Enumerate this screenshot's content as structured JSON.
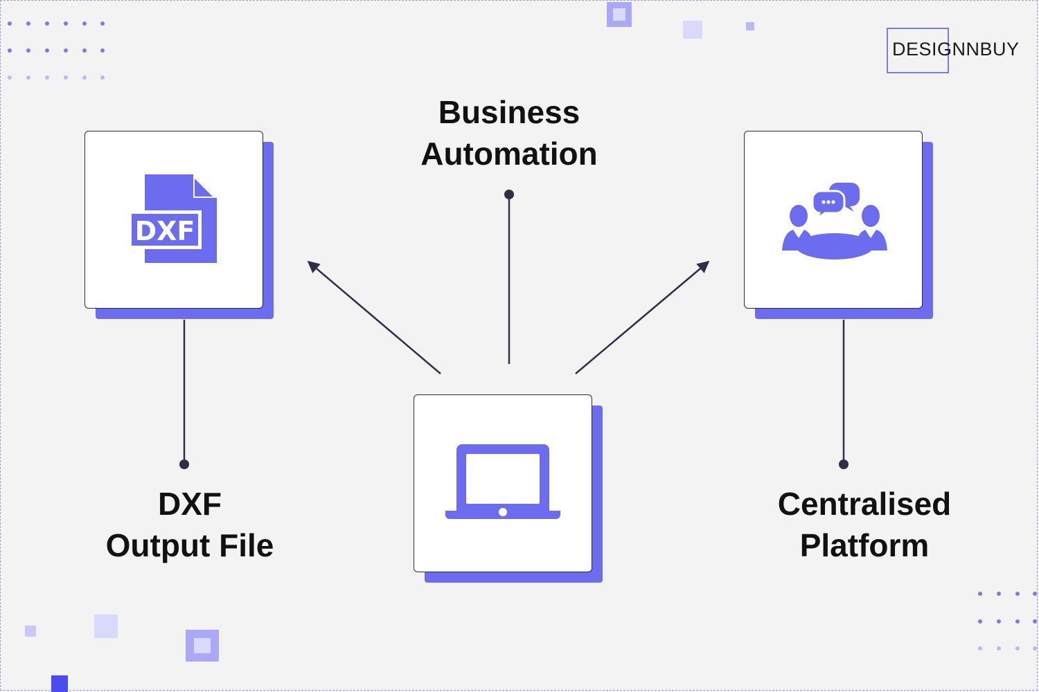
{
  "brand": {
    "logo_text": "DESIGNNBUY"
  },
  "nodes": {
    "top": {
      "label_line1": "Business",
      "label_line2": "Automation"
    },
    "left": {
      "label_line1": "DXF",
      "label_line2": "Output File",
      "icon": "dxf-file-icon",
      "icon_text": "DXF"
    },
    "right": {
      "label_line1": "Centralised",
      "label_line2": "Platform",
      "icon": "meeting-chat-icon"
    },
    "center": {
      "icon": "laptop-icon"
    }
  },
  "colors": {
    "accent": "#6c6cf0",
    "decor_light": "#d9d9fb",
    "decor_dark": "#4a4af0",
    "line": "#2e2e48"
  }
}
